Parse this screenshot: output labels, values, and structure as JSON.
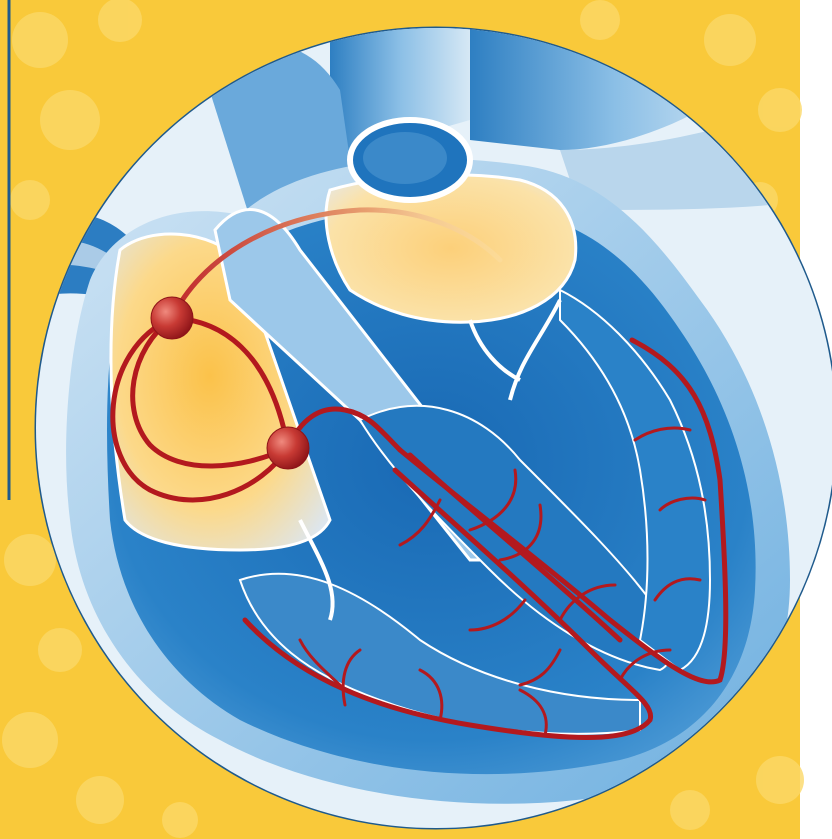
{
  "figure": {
    "kind": "anatomical-illustration",
    "subject": "heart-conduction-system",
    "labels": []
  },
  "colors": {
    "background_yellow": "#f9c93a",
    "background_dots": "#fbd868",
    "frame_border": "#1f5a8c",
    "circle_fill": "#ffffff",
    "vessel_blue": "#3b89c9",
    "tissue_light": "#8ec2e8",
    "chamber_deep": "#1f74bd",
    "atrium_glow": "#fbd27a",
    "conduction_red": "#b3191e",
    "node_red": "#c0282c"
  },
  "nodes": [
    {
      "name": "sinoatrial-node"
    },
    {
      "name": "atrioventricular-node"
    }
  ]
}
